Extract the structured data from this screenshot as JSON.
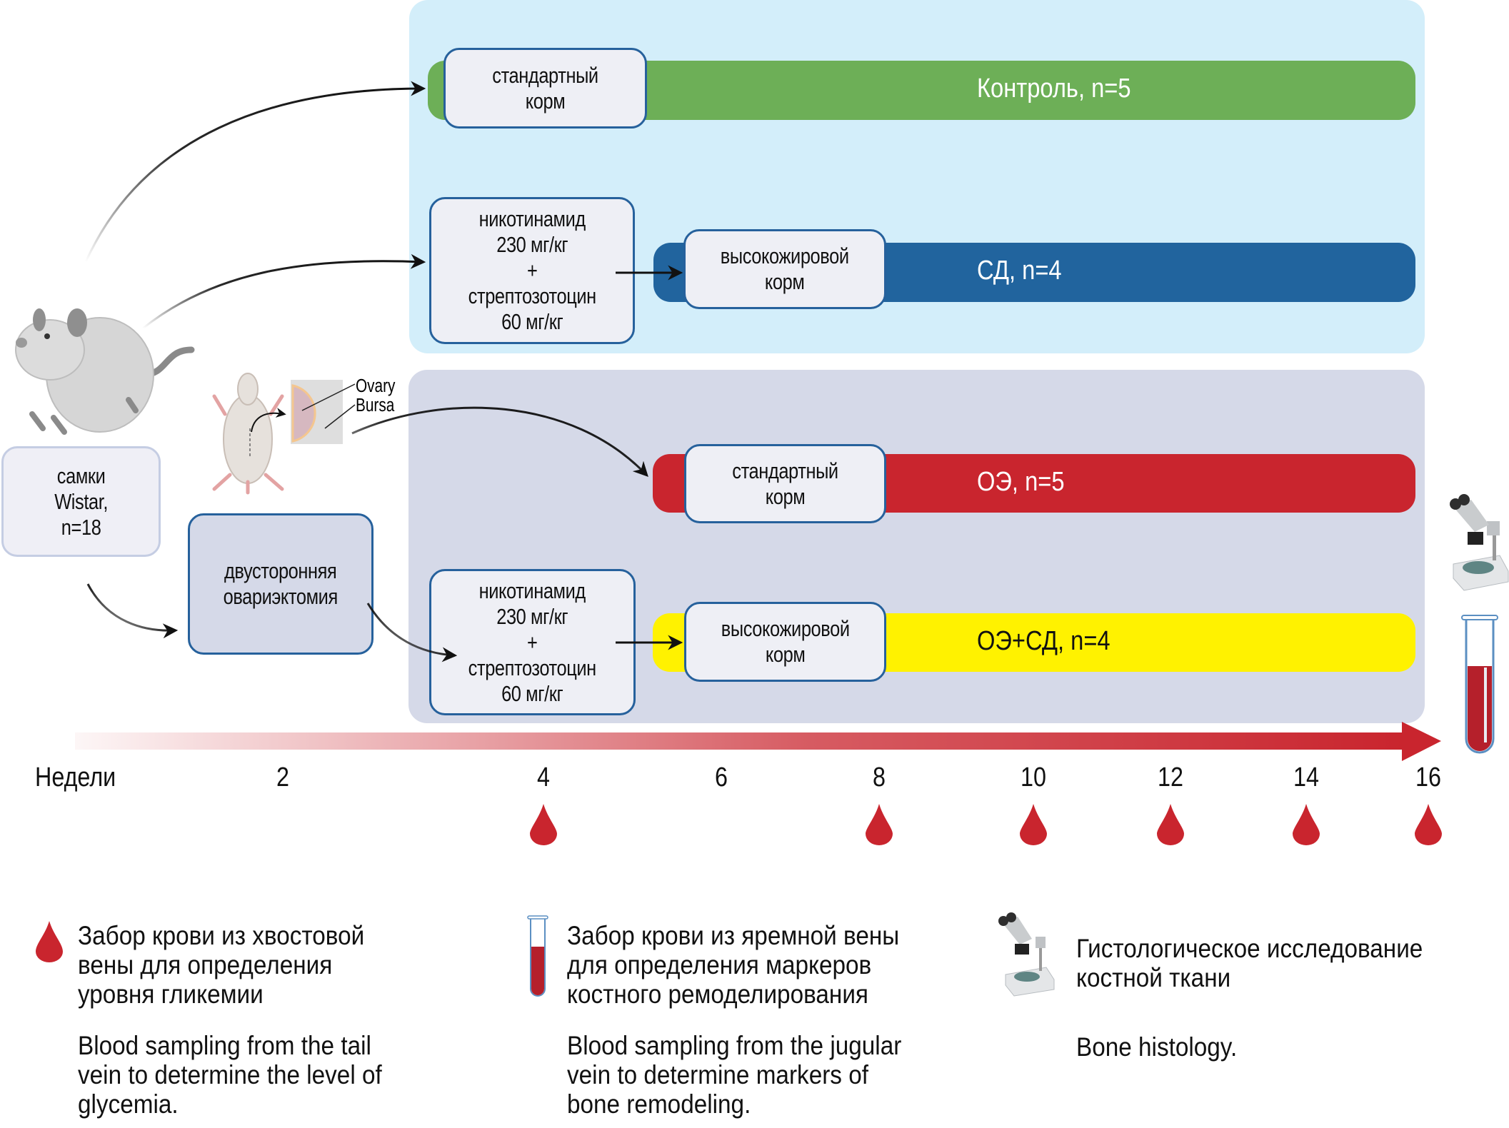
{
  "colors": {
    "panel_diabetes": "#d3eefa",
    "panel_ovx": "#d5d9e8",
    "control_bar": "#6daf57",
    "diabetes_bar": "#21649e",
    "ovx_bar": "#c9252e",
    "ovx_diabetes_bar": "#fff200",
    "box_border": "#26619c",
    "box_fill": "#eeeff5",
    "blood": "#c9252e"
  },
  "start": {
    "animals_label": "самки\nWistar,\nn=18",
    "surgery_label": "двусторонняя\nовариэктомия",
    "ovary_label": "Ovary",
    "bursa_label": "Bursa"
  },
  "groups": [
    {
      "name": "control",
      "bar_label": "Контроль, n=5",
      "feed": "стандартный\nкорм"
    },
    {
      "name": "diabetes",
      "bar_label": "СД, n=4",
      "induction": "никотинамид\n230 мг/кг\n+\nстрептозотоцин\n60 мг/кг",
      "feed": "высокожировой\nкорм"
    },
    {
      "name": "ovx",
      "bar_label": "ОЭ, n=5",
      "feed": "стандартный\nкорм"
    },
    {
      "name": "ovx-diabetes",
      "bar_label": "ОЭ+СД, n=4",
      "induction": "никотинамид\n230 мг/кг\n+\nстрептозотоцин\n60 мг/кг",
      "feed": "высокожировой\nкорм"
    }
  ],
  "timeline": {
    "axis_label": "Недели",
    "weeks": [
      "2",
      "4",
      "6",
      "8",
      "10",
      "12",
      "14",
      "16"
    ],
    "blood_sampling_weeks": [
      "4",
      "8",
      "10",
      "12",
      "14",
      "16"
    ]
  },
  "legend": [
    {
      "icon": "blood-drop-icon",
      "ru": "Забор крови из хвостовой\nвены для определения\nуровня гликемии",
      "en": "Blood sampling from the tail\nvein to determine the level of\nglycemia."
    },
    {
      "icon": "test-tube-icon",
      "ru": "Забор крови из яремной вены\nдля определения маркеров\nкостного ремоделирования",
      "en": "Blood sampling from the jugular\nvein to determine markers of\nbone remodeling."
    },
    {
      "icon": "microscope-icon",
      "ru": "Гистологическое исследование\nкостной ткани",
      "en": "Bone histology."
    }
  ]
}
